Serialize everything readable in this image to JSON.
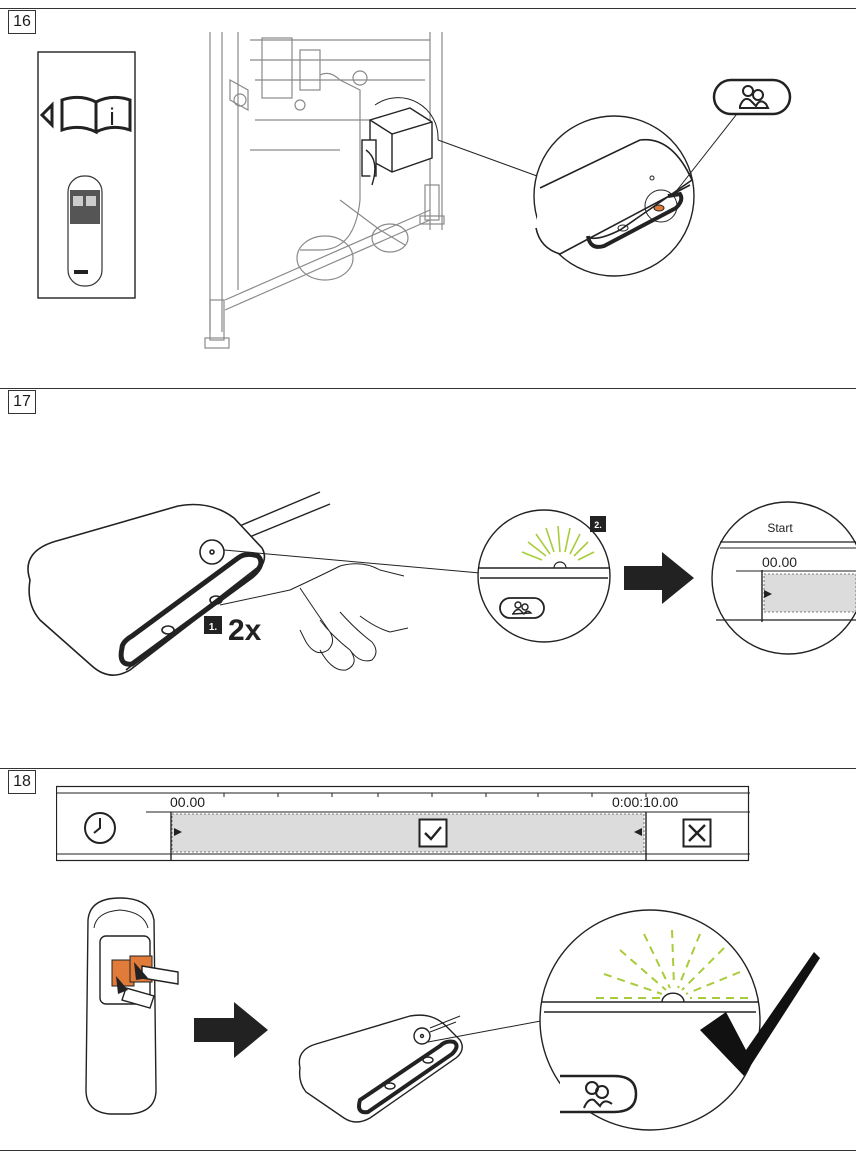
{
  "steps": [
    {
      "number": "16"
    },
    {
      "number": "17"
    },
    {
      "number": "18"
    }
  ],
  "step17": {
    "badge1": "1.",
    "press_count": "2x",
    "badge2": "2.",
    "timer_heading": "Start",
    "timer_value": "00.00"
  },
  "step18": {
    "timeline_start": "00.00",
    "timeline_end": "0:00:10.00"
  },
  "colors": {
    "highlight_orange": "#e07b39",
    "signal_green": "#a8cc3c",
    "track_gray": "#dcdcdc",
    "line": "#1a1a1a"
  },
  "icons": [
    "manual-info-icon",
    "remote-control-icon",
    "user-group-button-icon",
    "clock-icon",
    "check-icon",
    "cancel-icon",
    "arrow-right-icon",
    "checkmark-icon"
  ]
}
